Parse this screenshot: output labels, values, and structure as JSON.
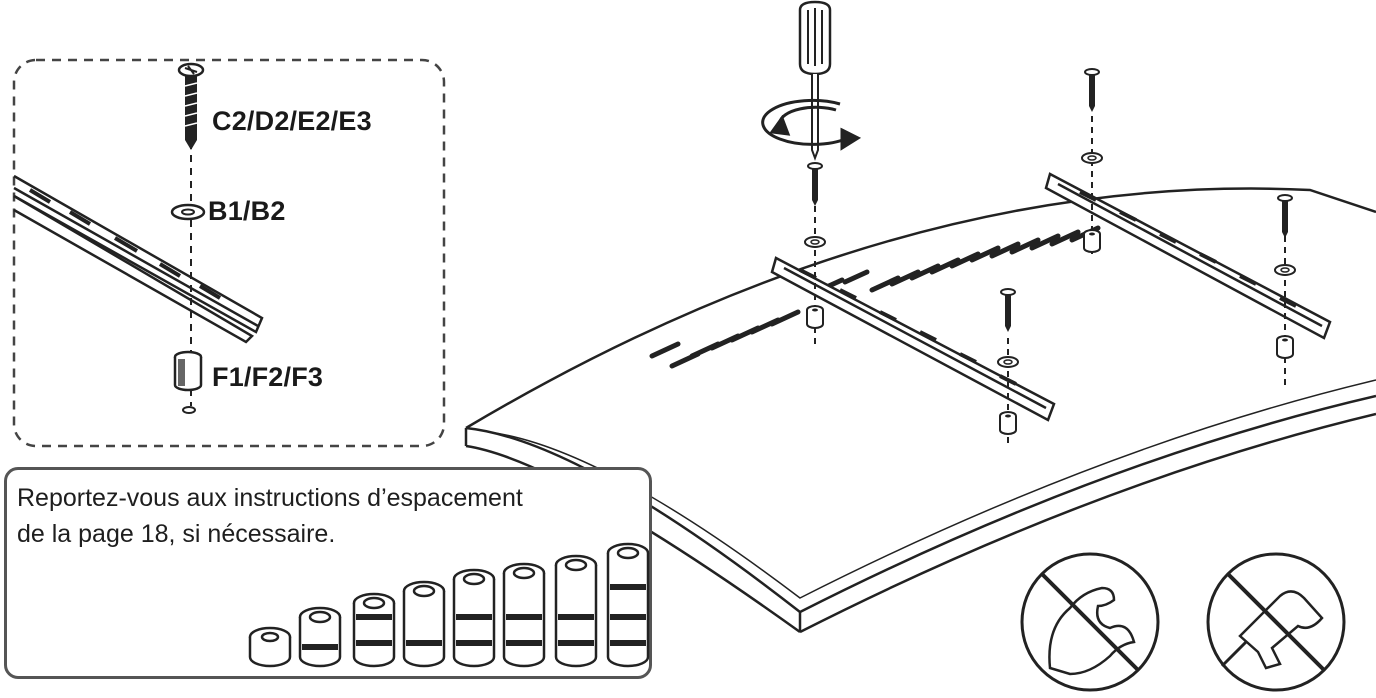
{
  "labels": {
    "screw": "C2/D2/E2/E3",
    "washer": "B1/B2",
    "spacer": "F1/F2/F3"
  },
  "note": {
    "line1": "Reportez-vous aux instructions d’espacement",
    "line2": "de la page 18, si nécessaire."
  },
  "colors": {
    "ink": "#1a1a1a",
    "frame": "#555555"
  },
  "icons": [
    "screwdriver-icon",
    "rotate-arrow-icon",
    "no-force-icon",
    "no-power-drill-icon"
  ]
}
